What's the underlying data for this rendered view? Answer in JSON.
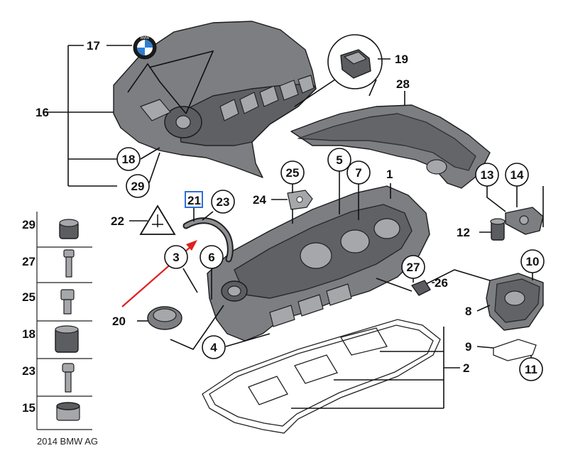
{
  "diagram": {
    "copyright": "2014 BMW AG",
    "brand_badge_text": "BMW",
    "callouts": [
      {
        "id": "c1",
        "label": "1"
      },
      {
        "id": "c2",
        "label": "2"
      },
      {
        "id": "c3",
        "label": "3"
      },
      {
        "id": "c4",
        "label": "4"
      },
      {
        "id": "c5",
        "label": "5"
      },
      {
        "id": "c6",
        "label": "6"
      },
      {
        "id": "c7",
        "label": "7"
      },
      {
        "id": "c8",
        "label": "8"
      },
      {
        "id": "c9",
        "label": "9"
      },
      {
        "id": "c10",
        "label": "10"
      },
      {
        "id": "c11",
        "label": "11"
      },
      {
        "id": "c12",
        "label": "12"
      },
      {
        "id": "c13",
        "label": "13"
      },
      {
        "id": "c14",
        "label": "14"
      },
      {
        "id": "c16",
        "label": "16"
      },
      {
        "id": "c17",
        "label": "17"
      },
      {
        "id": "c18",
        "label": "18"
      },
      {
        "id": "c19",
        "label": "19"
      },
      {
        "id": "c20",
        "label": "20"
      },
      {
        "id": "c21",
        "label": "21"
      },
      {
        "id": "c22",
        "label": "22"
      },
      {
        "id": "c23",
        "label": "23"
      },
      {
        "id": "c24",
        "label": "24"
      },
      {
        "id": "c25",
        "label": "25"
      },
      {
        "id": "c26",
        "label": "26"
      },
      {
        "id": "c27",
        "label": "27"
      },
      {
        "id": "c28",
        "label": "28"
      },
      {
        "id": "c29",
        "label": "29"
      }
    ],
    "legend": [
      {
        "label": "29"
      },
      {
        "label": "27"
      },
      {
        "label": "25"
      },
      {
        "label": "18"
      },
      {
        "label": "23"
      },
      {
        "label": "15"
      }
    ],
    "highlighted_callout": "21",
    "colors": {
      "highlight_box": "#2f6fd6",
      "arrow": "#e02020",
      "part": "#7c7e82"
    }
  }
}
